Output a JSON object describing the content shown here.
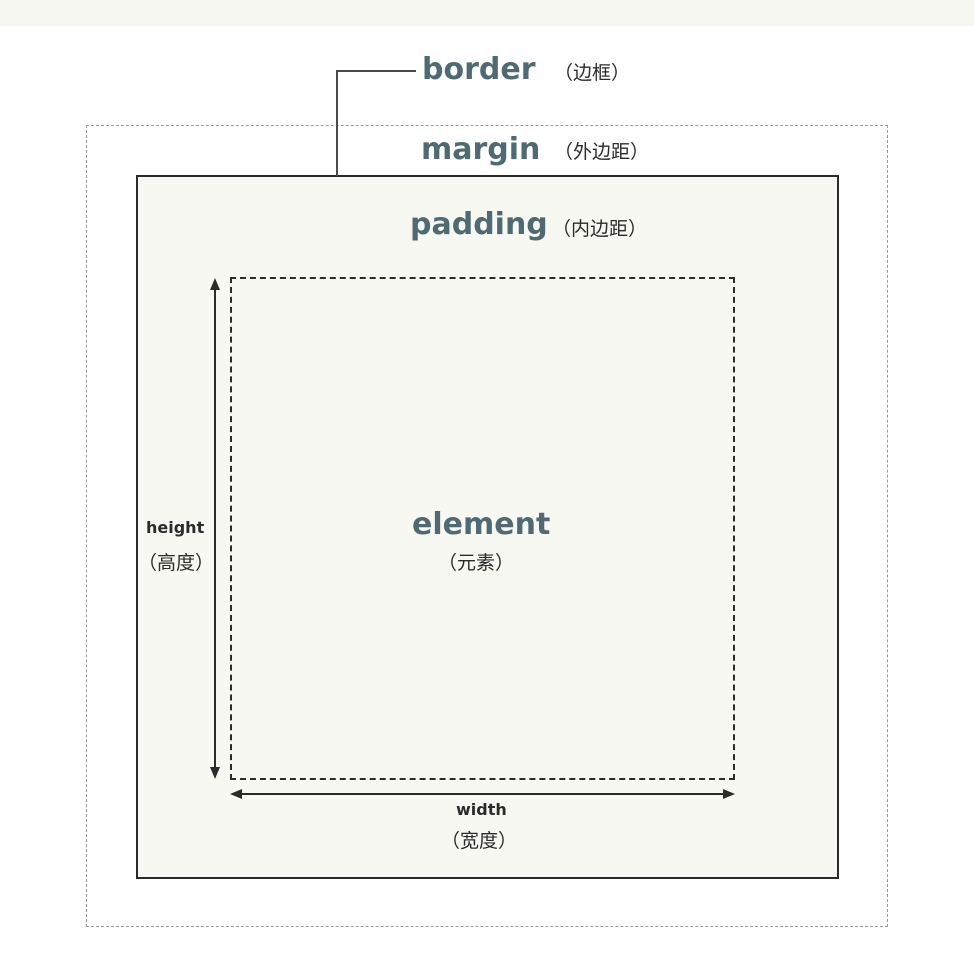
{
  "labels": {
    "border": {
      "en": "border",
      "cn": "（边框）"
    },
    "margin": {
      "en": "margin",
      "cn": "（外边距）"
    },
    "padding": {
      "en": "padding",
      "cn": "（内边距）"
    },
    "element": {
      "en": "element",
      "cn": "（元素）"
    },
    "height": {
      "en": "height",
      "cn": "（高度）"
    },
    "width": {
      "en": "width",
      "cn": "（宽度）"
    }
  },
  "colors": {
    "heading": "#4f6a72",
    "text": "#2b2b2b",
    "content_fill": "#f8f8f2",
    "margin_dash": "#9a9a9a"
  }
}
